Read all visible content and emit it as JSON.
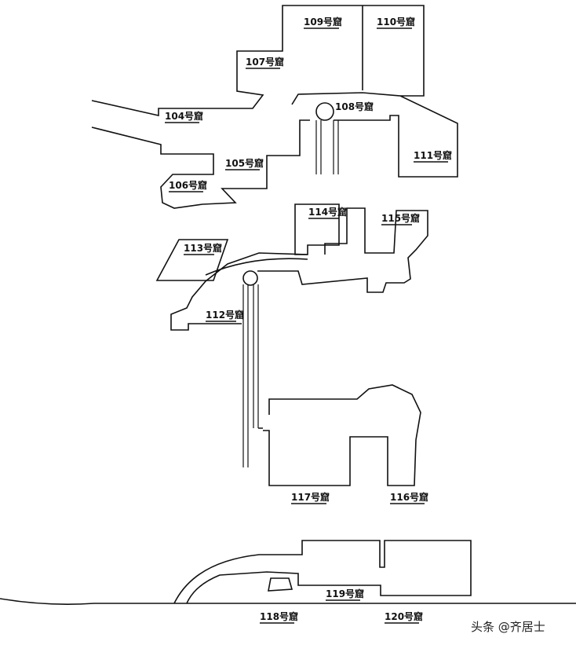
{
  "diagram": {
    "rooms": [
      {
        "id": "104",
        "label": "104号窟"
      },
      {
        "id": "105",
        "label": "105号窟"
      },
      {
        "id": "106",
        "label": "106号窟"
      },
      {
        "id": "107",
        "label": "107号窟"
      },
      {
        "id": "108",
        "label": "108号窟"
      },
      {
        "id": "109",
        "label": "109号窟"
      },
      {
        "id": "110",
        "label": "110号窟"
      },
      {
        "id": "111",
        "label": "111号窟"
      },
      {
        "id": "112",
        "label": "112号窟"
      },
      {
        "id": "113",
        "label": "113号窟"
      },
      {
        "id": "114",
        "label": "114号窟"
      },
      {
        "id": "115",
        "label": "115号窟"
      },
      {
        "id": "116",
        "label": "116号窟"
      },
      {
        "id": "117",
        "label": "117号窟"
      },
      {
        "id": "118",
        "label": "118号窟"
      },
      {
        "id": "119",
        "label": "119号窟"
      },
      {
        "id": "120",
        "label": "120号窟"
      }
    ]
  },
  "watermark": "头条 @齐居士"
}
